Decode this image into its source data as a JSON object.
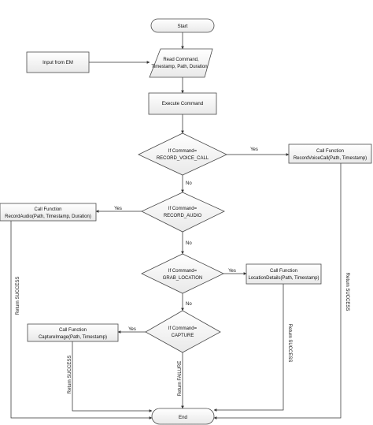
{
  "nodes": {
    "start": "Start",
    "input": "Input from EM",
    "read": [
      "Read Command,",
      "Timestamp, Path, Duration"
    ],
    "execute": "Execute Command",
    "d1": [
      "If Command=",
      "RECORD_VOICE_CALL"
    ],
    "d2": [
      "If Command=",
      "RECORD_AUDIO"
    ],
    "d3": [
      "If Command=",
      "GRAB_LOCATION"
    ],
    "d4": [
      "If Command=",
      "CAPTURE"
    ],
    "f1": [
      "Call Function",
      "RecordVoiceCall(Path, Timestamp)"
    ],
    "f2": [
      "Call Function",
      "RecordAudio(Path, Timestamp, Duration)"
    ],
    "f3": [
      "Call Function",
      "LocationDetails(Path, Timestamp)"
    ],
    "f4": [
      "Call Function",
      "CaptureImage(Path, Timestamp)"
    ],
    "end": "End"
  },
  "edge_labels": {
    "yes": "Yes",
    "no": "No",
    "return_success": "Return SUCCESS",
    "return_failure": "Return FAILURE"
  }
}
